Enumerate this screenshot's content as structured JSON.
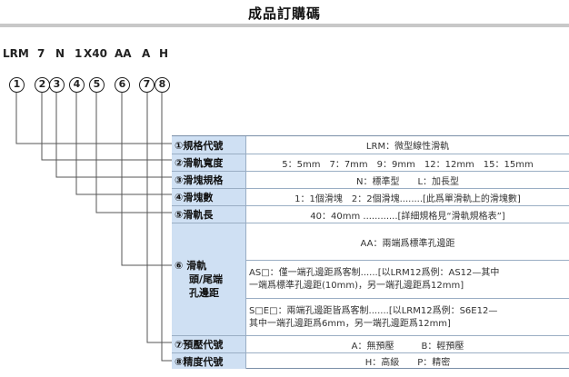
{
  "title": "成品訂購碼",
  "code_segments": [
    "LRM",
    "7",
    "N",
    "1",
    "X40",
    "AA",
    "A",
    "H"
  ],
  "markers": [
    "1",
    "2",
    "3",
    "4",
    "5",
    "6",
    "7",
    "8"
  ],
  "rows": [
    {
      "label": "①規格代號",
      "value": "LRM：微型線性滑軌"
    },
    {
      "label": "②滑軌寬度",
      "value": "5：5mm　7：7mm　9：9mm　12：12mm　15：15mm"
    },
    {
      "label": "③滑塊規格",
      "value": "N：標準型　　L：加長型"
    },
    {
      "label": "④滑塊數",
      "value": "1：1個滑塊　2：2個滑塊........[此爲單滑軌上的滑塊數]"
    },
    {
      "label": "⑤滑軌長",
      "value": "40：40mm ............[詳細規格見“滑軌規格表”]"
    },
    {
      "label_lines": [
        "⑥ 滑軌",
        "頭/尾端",
        "孔邊距"
      ],
      "values": [
        [
          "AA：兩端爲標準孔邊距"
        ],
        [
          "AS□：僅一端孔邊距爲客制......[以LRM12爲例：AS12—其中",
          "一端爲標準孔邊距(10mm)，另一端孔邊距爲12mm]"
        ],
        [
          "S□E□：兩端孔邊距皆爲客制.......[以LRM12爲例：S6E12—",
          "其中一端孔邊距爲6mm，另一端孔邊距爲12mm]"
        ]
      ]
    },
    {
      "label": "⑦預壓代號",
      "value": "A：無預壓　　　B：輕預壓"
    },
    {
      "label": "⑧精度代號",
      "value": "H：高級　　P：精密"
    }
  ]
}
